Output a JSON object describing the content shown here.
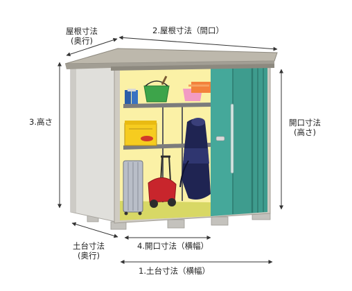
{
  "labels": {
    "roof_depth": {
      "line1": "屋根寸法",
      "line2": "(奥行)"
    },
    "roof_width": "2.屋根寸法（間口）",
    "height": "3.高さ",
    "opening_height": {
      "line1": "開口寸法",
      "line2": "(高さ)"
    },
    "base_depth": {
      "line1": "土台寸法",
      "line2": "(奥行)"
    },
    "opening_width": "4.開口寸法（横幅）",
    "base_width": "1.土台寸法（横幅）"
  },
  "colors": {
    "roof": "#bdb8ac",
    "roof_edge": "#8d897f",
    "side_wall": "#e0dfdb",
    "frame": "#cfcbc2",
    "interior": "#fbf1a6",
    "floor": "#d8d865",
    "door": "#3e9c8e",
    "door_dark": "#2d7a6f",
    "foot": "#c4c2bd",
    "line": "#333333"
  }
}
